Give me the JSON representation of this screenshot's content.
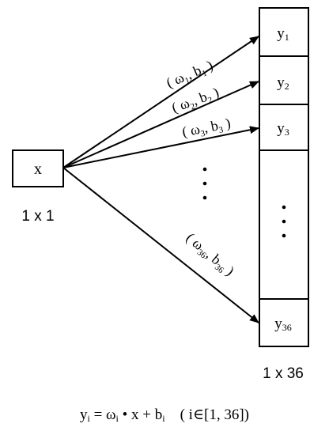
{
  "input": {
    "label": "x",
    "size": "1 x 1"
  },
  "output": {
    "cells": [
      {
        "base": "y",
        "sub": "1"
      },
      {
        "base": "y",
        "sub": "2"
      },
      {
        "base": "y",
        "sub": "3"
      },
      {
        "base": "y",
        "sub": "36"
      }
    ],
    "size": "1 x 36"
  },
  "weights": [
    {
      "w": "ω",
      "ws": "1",
      "b": "b",
      "bs": "1"
    },
    {
      "w": "ω",
      "ws": "2",
      "b": "b",
      "bs": "2"
    },
    {
      "w": "ω",
      "ws": "3",
      "b": "b",
      "bs": "3"
    },
    {
      "w": "ω",
      "ws": "36",
      "b": "b",
      "bs": "36"
    }
  ],
  "formula": {
    "y": "y",
    "y_sub": "i",
    "eq": " = ",
    "w": "ω",
    "w_sub": "i",
    "rest": " • x + b",
    "b_sub": "i",
    "range": "( i∈[1, 36])"
  }
}
